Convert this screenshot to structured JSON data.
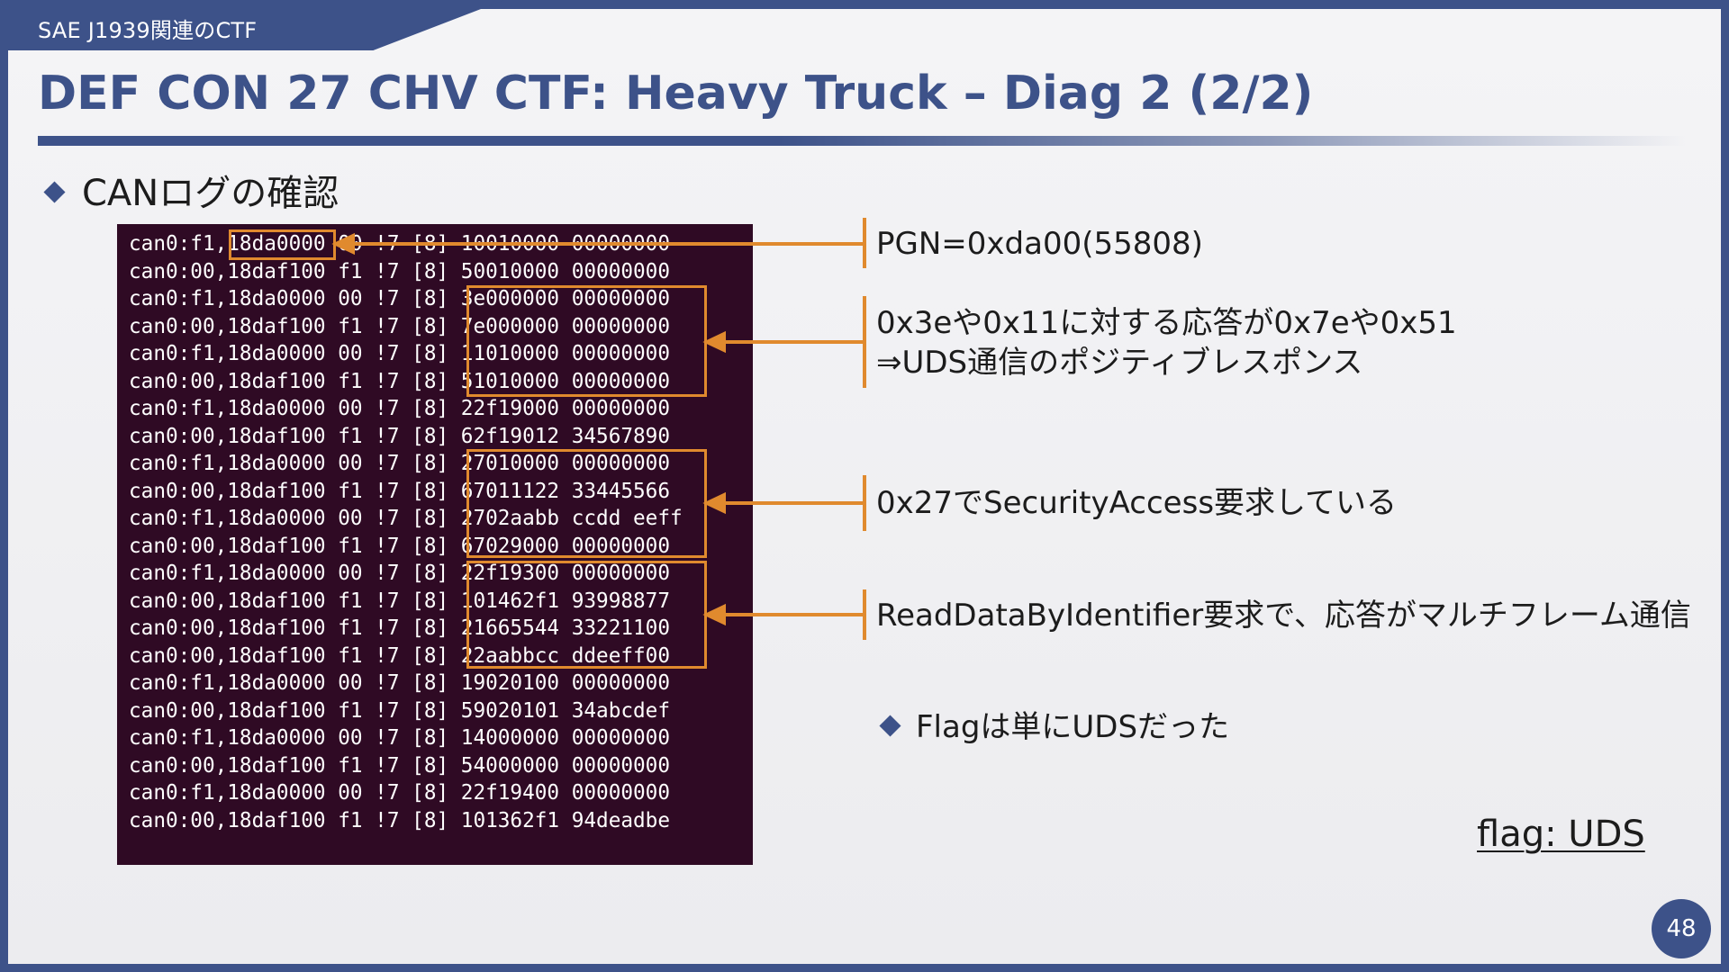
{
  "header": {
    "section_label": "SAE J1939関連のCTF",
    "title": "DEF CON 27 CHV CTF: Heavy Truck – Diag 2 (2/2)"
  },
  "bullets": {
    "main": "CANログの確認",
    "flag_note": "Flagは単にUDSだった"
  },
  "can_log": [
    "can0:f1,18da0000 00 !7 [8] 10010000 00000000",
    "can0:00,18daf100 f1 !7 [8] 50010000 00000000",
    "can0:f1,18da0000 00 !7 [8] 3e000000 00000000",
    "can0:00,18daf100 f1 !7 [8] 7e000000 00000000",
    "can0:f1,18da0000 00 !7 [8] 11010000 00000000",
    "can0:00,18daf100 f1 !7 [8] 51010000 00000000",
    "can0:f1,18da0000 00 !7 [8] 22f19000 00000000",
    "can0:00,18daf100 f1 !7 [8] 62f19012 34567890",
    "can0:f1,18da0000 00 !7 [8] 27010000 00000000",
    "can0:00,18daf100 f1 !7 [8] 67011122 33445566",
    "can0:f1,18da0000 00 !7 [8] 2702aabb ccdd eeff",
    "can0:00,18daf100 f1 !7 [8] 67029000 00000000",
    "can0:f1,18da0000 00 !7 [8] 22f19300 00000000",
    "can0:00,18daf100 f1 !7 [8] 101462f1 93998877",
    "can0:00,18daf100 f1 !7 [8] 21665544 33221100",
    "can0:00,18daf100 f1 !7 [8] 22aabbcc ddeeff00",
    "can0:f1,18da0000 00 !7 [8] 19020100 00000000",
    "can0:00,18daf100 f1 !7 [8] 59020101 34abcdef",
    "can0:f1,18da0000 00 !7 [8] 14000000 00000000",
    "can0:00,18daf100 f1 !7 [8] 54000000 00000000",
    "can0:f1,18da0000 00 !7 [8] 22f19400 00000000",
    "can0:00,18daf100 f1 !7 [8] 101362f1 94deadbe"
  ],
  "annotations": {
    "pgn": "PGN=0xda00(55808)",
    "tester_present_line1": "0x3eや0x11に対する応答が0x7eや0x51",
    "tester_present_line2": "⇒UDS通信のポジティブレスポンス",
    "security_access": "0x27でSecurityAccess要求している",
    "read_data": "ReadDataByIdentifier要求で、応答がマルチフレーム通信"
  },
  "flag_text": "flag: UDS",
  "page_number": "48",
  "colors": {
    "accent": "#3d5289",
    "highlight": "#e08a2e",
    "terminal_bg": "#2f0a24"
  }
}
